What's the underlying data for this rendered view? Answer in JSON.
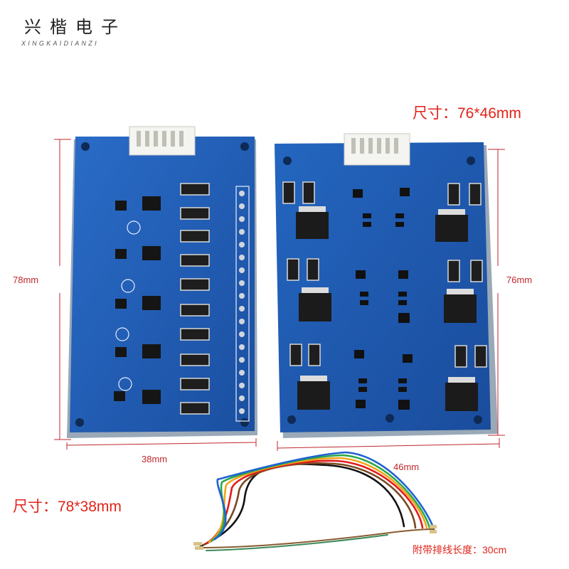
{
  "brand": {
    "name_cn": "兴楷电子",
    "name_en": "XINGKAIDIANZI"
  },
  "labels": {
    "size_right": "尺寸：76*46mm",
    "size_left": "尺寸：78*38mm",
    "cable_note": "附带排线长度：30cm"
  },
  "dimensions": {
    "left_height": "78mm",
    "left_width": "38mm",
    "right_height": "76mm",
    "right_width": "46mm"
  },
  "colors": {
    "pcb_blue": "#1f5fb8",
    "pcb_dark": "#173f86",
    "silk": "#e8eefa",
    "accent_red": "#e2231a",
    "dim_line": "#c0272d"
  }
}
